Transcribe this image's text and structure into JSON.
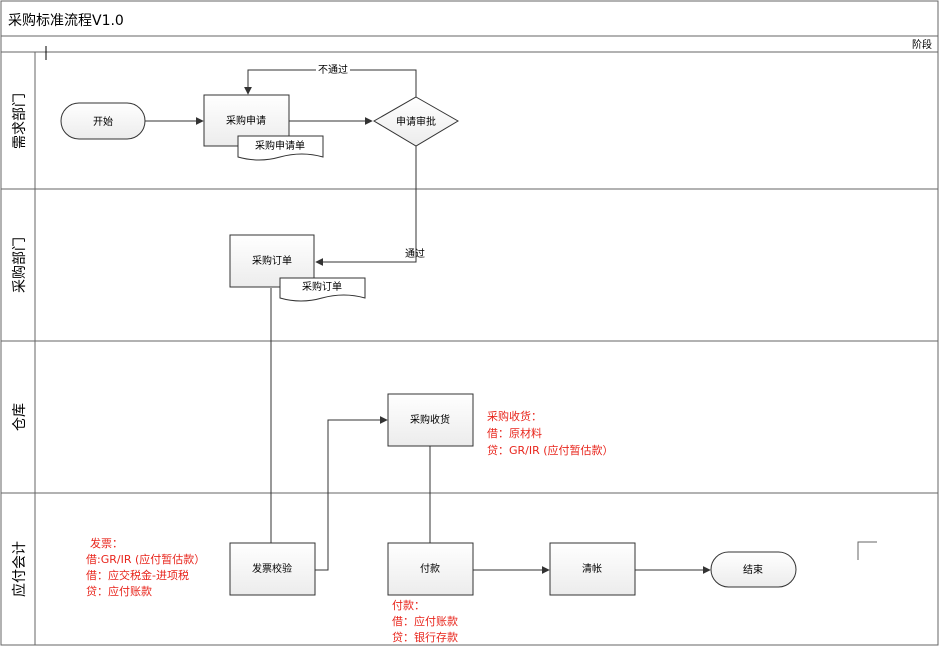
{
  "diagram": {
    "title": "采购标准流程V1.0",
    "phase_label": "阶段",
    "lanes": [
      {
        "id": "demand",
        "label": "需求部门"
      },
      {
        "id": "purchase",
        "label": "采购部门"
      },
      {
        "id": "warehouse",
        "label": "仓库"
      },
      {
        "id": "ap",
        "label": "应付会计"
      }
    ],
    "nodes": {
      "start": "开始",
      "request": "采购申请",
      "request_doc": "采购申请单",
      "approve": "申请审批",
      "order": "采购订单",
      "order_doc": "采购订单",
      "receive": "采购收货",
      "invoice": "发票校验",
      "pay": "付款",
      "clear": "清帐",
      "end": "结束"
    },
    "edge_labels": {
      "reject": "不通过",
      "pass": "通过"
    },
    "notes": {
      "receive": [
        "采购收货：",
        "借：原材料",
        "贷：GR/IR (应付暂估款）"
      ],
      "invoice": [
        "发票：",
        "借:GR/IR (应付暂估款）",
        "借：应交税金-进项税",
        "贷：应付账款"
      ],
      "pay": [
        "付款：",
        "借：应付账款",
        "贷：银行存款"
      ]
    },
    "colors": {
      "note_text": "#e8261d",
      "line": "#333333",
      "grid": "#666666",
      "box_fill": "#f4f4f4"
    }
  }
}
